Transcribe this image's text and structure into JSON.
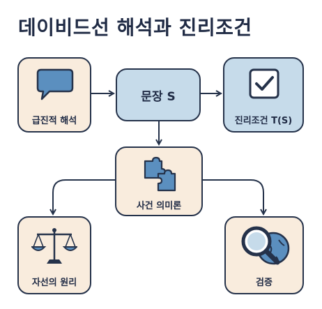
{
  "title": "데이비드선 해석과 진리조건",
  "nodes": {
    "radical": {
      "label": "급진적 해석",
      "icon": "speech-bubble-icon"
    },
    "sentence": {
      "label": "문장 S"
    },
    "truth": {
      "label": "진리조건 T(S)",
      "icon": "checkbox-icon"
    },
    "event": {
      "label": "사건 의미론",
      "icon": "puzzle-icon"
    },
    "charity": {
      "label": "자선의 원리",
      "icon": "scales-icon"
    },
    "verify": {
      "label": "검증",
      "icon": "magnifier-globe-icon"
    }
  },
  "colors": {
    "cream": "#f9ecdd",
    "blue": "#c6dbea",
    "stroke": "#25324a",
    "icon_blue": "#5b8fbf"
  }
}
